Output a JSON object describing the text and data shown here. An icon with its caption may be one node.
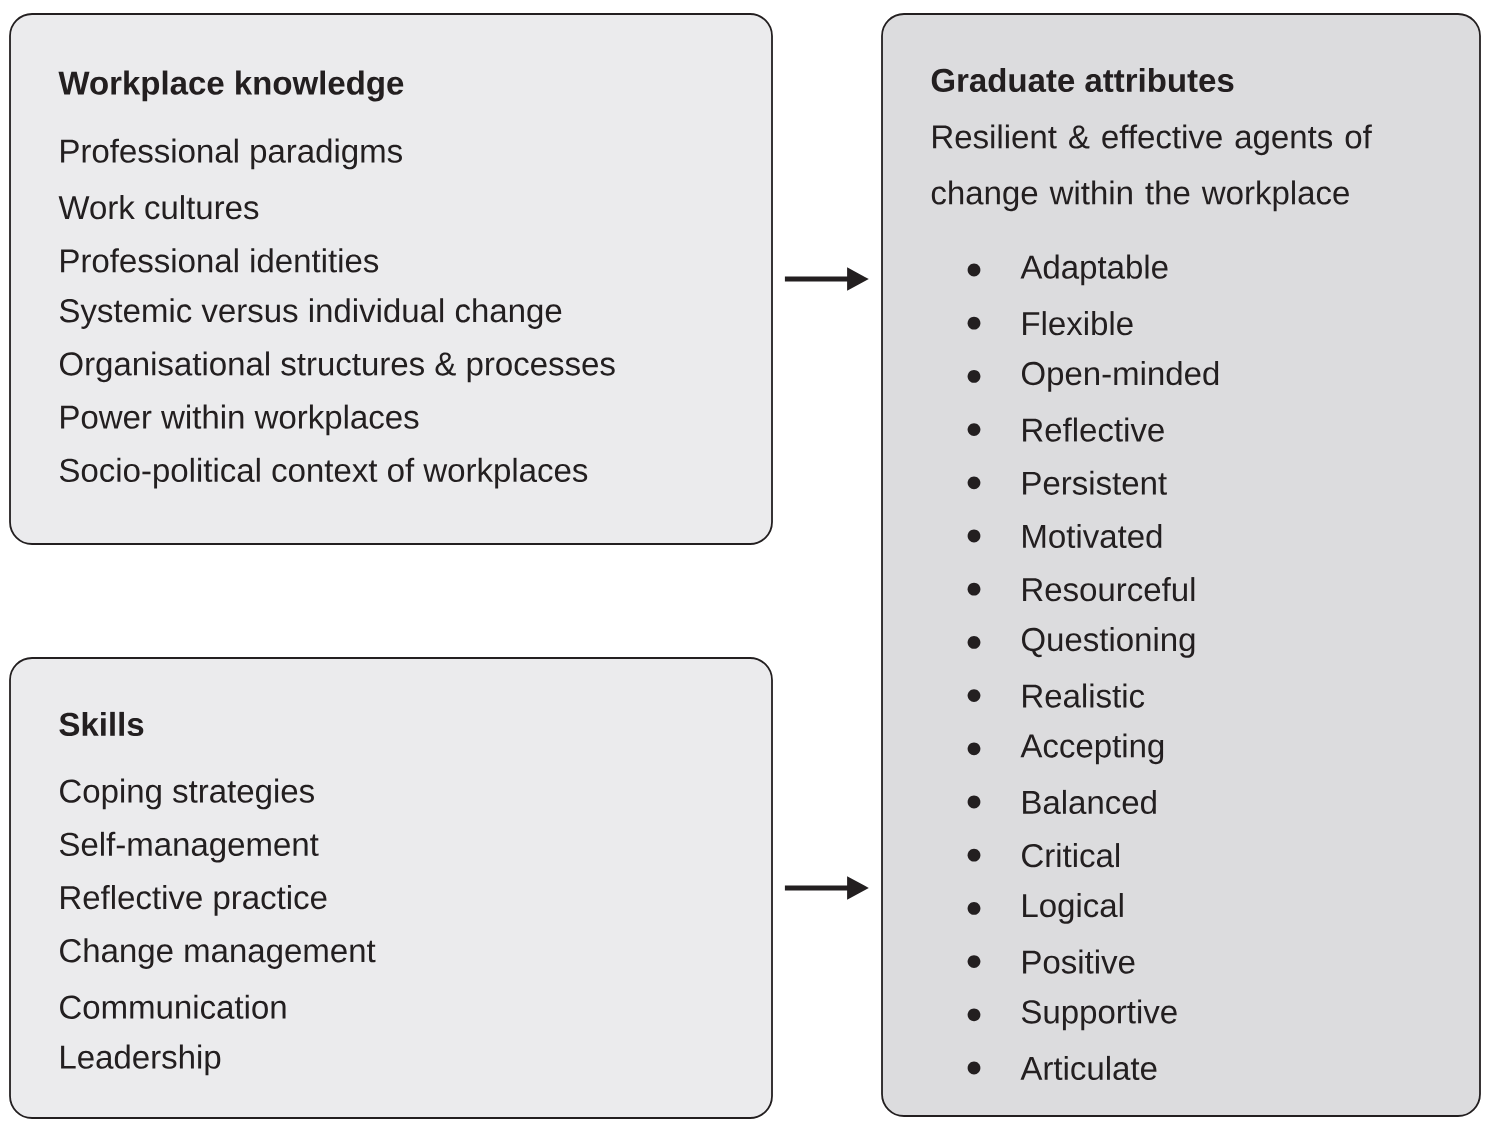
{
  "diagram": {
    "nodes": [
      {
        "text": [
          "Workplace knowledge",
          "Professional paradigms",
          "Work cultures",
          "Professional identities",
          "Systemic versus individual change",
          "Organisational structures & processes",
          "Power within workplaces",
          "Socio-political context of workplaces"
        ]
      },
      {
        "text": [
          "Skills",
          "Coping strategies",
          "Self-management",
          "Reflective practice",
          "Change management",
          "Communication",
          "Leadership"
        ]
      },
      {
        "text": [
          "Graduate attributes",
          "Resilient & effective agents of change within the workplace",
          "Adaptable",
          "Flexible",
          "Open-minded",
          "Reflective",
          "Persistent",
          "Motivated",
          "Resourceful",
          "Questioning",
          "Realistic",
          "Accepting",
          "Balanced",
          "Critical",
          "Logical",
          "Positive",
          "Supportive",
          "Articulate"
        ]
      }
    ],
    "edges": [
      {
        "from": 0,
        "to": 2,
        "arrow": "to"
      },
      {
        "from": 1,
        "to": 2,
        "arrow": "to"
      }
    ]
  }
}
